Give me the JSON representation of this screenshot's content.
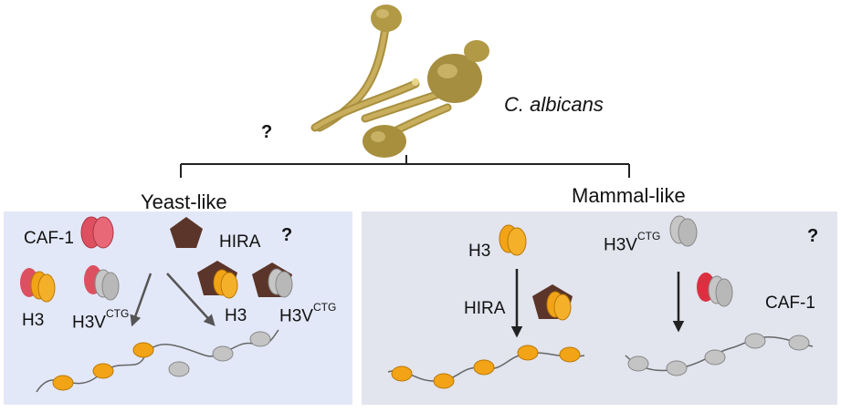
{
  "organism": "C. albicans",
  "top_question": "?",
  "branches": {
    "yeast": {
      "title": "Yeast-like",
      "caf1": "CAF-1",
      "hira": "HIRA",
      "question": "?",
      "h3_left": "H3",
      "h3v_left": "H3V",
      "h3v_left_sup": "CTG",
      "h3_right": "H3",
      "h3v_right": "H3V",
      "h3v_right_sup": "CTG"
    },
    "mammal": {
      "title": "Mammal-like",
      "h3": "H3",
      "h3v": "H3V",
      "h3v_sup": "CTG",
      "question": "?",
      "hira": "HIRA",
      "caf1": "CAF-1"
    }
  },
  "colors": {
    "yeast_panel": "#e3e8f8",
    "mammal_panel": "#e2e4ee",
    "h3_orange": "#f2a416",
    "h3v_gray": "#bdbdbd",
    "caf1_red": "#e05566",
    "hira_brown": "#5b3529",
    "fungus": "#b89b4a"
  }
}
